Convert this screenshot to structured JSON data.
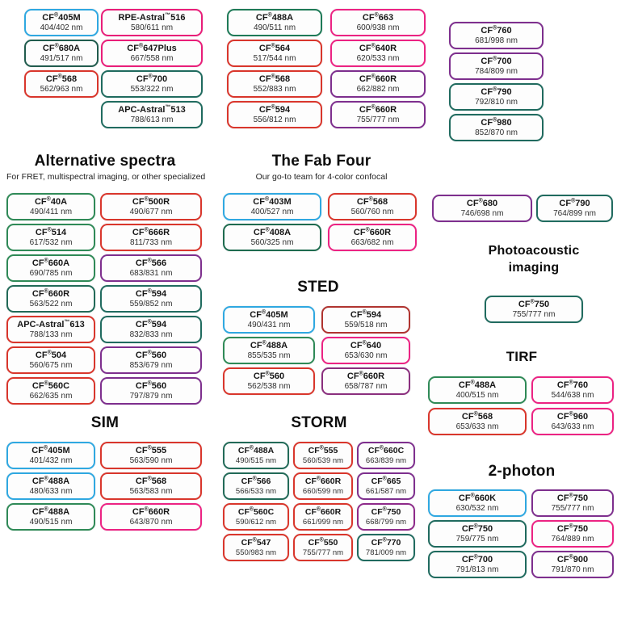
{
  "sections": {
    "top1": {
      "pills": [
        {
          "name": "CF®405M",
          "value": "404/402 nm",
          "color": "#2FA8E1"
        },
        {
          "name": "CF®680A",
          "value": "491/517 nm",
          "color": "#215C4E"
        },
        {
          "name": "CF®568",
          "value": "562/963 nm",
          "color": "#D9362C"
        }
      ]
    },
    "top2": {
      "pills": [
        {
          "name": "RPE-Astral™516",
          "value": "580/611 nm",
          "color": "#E91E79"
        },
        {
          "name": "CF®647Plus",
          "value": "667/558 nm",
          "color": "#E91E79"
        },
        {
          "name": "CF®700",
          "value": "553/322 nm",
          "color": "#206B5F"
        },
        {
          "name": "APC-Astral™513",
          "value": "788/613 nm",
          "color": "#206B5F"
        }
      ]
    },
    "top3": {
      "pills": [
        {
          "name": "CF®488A",
          "value": "490/511 nm",
          "color": "#1E7A57"
        },
        {
          "name": "CF®564",
          "value": "517/544 nm",
          "color": "#D9362C"
        },
        {
          "name": "CF®568",
          "value": "552/883 nm",
          "color": "#D9362C"
        },
        {
          "name": "CF®594",
          "value": "556/812 nm",
          "color": "#D9362C"
        }
      ]
    },
    "top4": {
      "pills": [
        {
          "name": "CF®663",
          "value": "600/938 nm",
          "color": "#EC2383"
        },
        {
          "name": "CF®640R",
          "value": "620/533 nm",
          "color": "#EC2383"
        },
        {
          "name": "CF®660R",
          "value": "662/882 nm",
          "color": "#7E2F8E"
        },
        {
          "name": "CF®660R",
          "value": "755/777 nm",
          "color": "#7E2F8E"
        }
      ]
    },
    "top5": {
      "pills": [
        {
          "name": "CF®760",
          "value": "681/998 nm",
          "color": "#7E2F8E"
        },
        {
          "name": "CF®700",
          "value": "784/809 nm",
          "color": "#7E2F8E"
        },
        {
          "name": "CF®790",
          "value": "792/810 nm",
          "color": "#206B5F"
        },
        {
          "name": "CF®980",
          "value": "852/870 nm",
          "color": "#206B5F"
        }
      ]
    },
    "alt": {
      "title": "Alternative spectra",
      "subtitle": "For FRET, multispectral imaging, or other specialized",
      "pills": [
        {
          "name": "CF®40A",
          "value": "490/411 nm",
          "color": "#2F8A57"
        },
        {
          "name": "CF®500R",
          "value": "490/677 nm",
          "color": "#D9362C"
        },
        {
          "name": "CF®514",
          "value": "617/532 nm",
          "color": "#2F8A57"
        },
        {
          "name": "CF®666R",
          "value": "811/733 nm",
          "color": "#D9362C"
        },
        {
          "name": "CF®660A",
          "value": "690/785 nm",
          "color": "#2F8A57"
        },
        {
          "name": "CF®566",
          "value": "683/831 nm",
          "color": "#7E2F8E"
        },
        {
          "name": "CF®660R",
          "value": "563/522 nm",
          "color": "#226A58"
        },
        {
          "name": "CF®594",
          "value": "559/852 nm",
          "color": "#206B5F"
        },
        {
          "name": "APC-Astral™613",
          "value": "788/133 nm",
          "color": "#D9362C"
        },
        {
          "name": "CF®594",
          "value": "832/833 nm",
          "color": "#206B5F"
        },
        {
          "name": "CF®504",
          "value": "560/675 nm",
          "color": "#D9362C"
        },
        {
          "name": "CF®560",
          "value": "853/679 nm",
          "color": "#7E2F8E"
        },
        {
          "name": "CF®560C",
          "value": "662/635 nm",
          "color": "#D9362C"
        },
        {
          "name": "CF®560",
          "value": "797/879 nm",
          "color": "#7E2F8E"
        }
      ]
    },
    "fab": {
      "title": "The Fab Four",
      "subtitle": "Our go-to team for 4-color confocal",
      "pills": [
        {
          "name": "CF®403M",
          "value": "400/527 nm",
          "color": "#2FA8E1"
        },
        {
          "name": "CF®568",
          "value": "560/760 nm",
          "color": "#D9362C"
        },
        {
          "name": "CF®408A",
          "value": "560/325 nm",
          "color": "#1E6B4F"
        },
        {
          "name": "CF®660R",
          "value": "663/682 nm",
          "color": "#EC2383"
        }
      ]
    },
    "sted": {
      "title": "STED",
      "pills": [
        {
          "name": "CF®405M",
          "value": "490/431 nm",
          "color": "#2FA8E1"
        },
        {
          "name": "CF®594",
          "value": "559/518 nm",
          "color": "#B03430"
        },
        {
          "name": "CF®488A",
          "value": "855/535 nm",
          "color": "#2F8A57"
        },
        {
          "name": "CF®640",
          "value": "653/630 nm",
          "color": "#EC2383"
        },
        {
          "name": "CF®560",
          "value": "562/538 nm",
          "color": "#D9362C"
        },
        {
          "name": "CF®660R",
          "value": "658/787 nm",
          "color": "#8B2F7E"
        }
      ]
    },
    "pair": {
      "pills": [
        {
          "name": "CF®680",
          "value": "746/698 nm",
          "color": "#7E2F8E"
        },
        {
          "name": "CF®790",
          "value": "764/899 nm",
          "color": "#206B5F"
        }
      ]
    },
    "photo": {
      "title": "Photoacoustic imaging",
      "pills": [
        {
          "name": "CF®750",
          "value": "755/777 nm",
          "color": "#206B5F"
        }
      ]
    },
    "tirf": {
      "title": "TIRF",
      "pills": [
        {
          "name": "CF®488A",
          "value": "400/515 nm",
          "color": "#2F8A57"
        },
        {
          "name": "CF®760",
          "value": "544/638 nm",
          "color": "#EC2383"
        },
        {
          "name": "CF®568",
          "value": "653/633 nm",
          "color": "#D9362C"
        },
        {
          "name": "CF®960",
          "value": "643/633 nm",
          "color": "#EC2383"
        }
      ]
    },
    "sim": {
      "title": "SIM",
      "pills": [
        {
          "name": "CF®405M",
          "value": "401/432 nm",
          "color": "#2FA8E1"
        },
        {
          "name": "CF®555",
          "value": "563/590 nm",
          "color": "#D9362C"
        },
        {
          "name": "CF®488A",
          "value": "480/633 nm",
          "color": "#2FA8E1"
        },
        {
          "name": "CF®568",
          "value": "563/583 nm",
          "color": "#D9362C"
        },
        {
          "name": "CF®488A",
          "value": "490/515 nm",
          "color": "#2F8A57"
        },
        {
          "name": "CF®660R",
          "value": "643/870 nm",
          "color": "#EC2383"
        }
      ]
    },
    "storm": {
      "title": "STORM",
      "pills": [
        {
          "name": "CF®488A",
          "value": "490/515 nm",
          "color": "#226A58"
        },
        {
          "name": "CF®555",
          "value": "560/539 nm",
          "color": "#D9362C"
        },
        {
          "name": "CF®660C",
          "value": "663/839 nm",
          "color": "#7E2F8E"
        },
        {
          "name": "CF®566",
          "value": "566/533 nm",
          "color": "#226A58"
        },
        {
          "name": "CF®660R",
          "value": "660/599 nm",
          "color": "#D9362C"
        },
        {
          "name": "CF®665",
          "value": "661/587 nm",
          "color": "#7E2F8E"
        },
        {
          "name": "CF®560C",
          "value": "590/612 nm",
          "color": "#D9362C"
        },
        {
          "name": "CF®660R",
          "value": "661/999 nm",
          "color": "#D9362C"
        },
        {
          "name": "CF®750",
          "value": "668/799 nm",
          "color": "#8E2A8A"
        },
        {
          "name": "CF®547",
          "value": "550/983 nm",
          "color": "#D9362C"
        },
        {
          "name": "CF®550",
          "value": "755/777 nm",
          "color": "#D9362C"
        },
        {
          "name": "CF®770",
          "value": "781/009 nm",
          "color": "#206B5F"
        }
      ]
    },
    "twophoton": {
      "title": "2-photon",
      "pills": [
        {
          "name": "CF®660K",
          "value": "630/532 nm",
          "color": "#2FA8E1"
        },
        {
          "name": "CF®750",
          "value": "755/777 nm",
          "color": "#7E2F8E"
        },
        {
          "name": "CF®750",
          "value": "759/775 nm",
          "color": "#206B5F"
        },
        {
          "name": "CF®750",
          "value": "764/889 nm",
          "color": "#EC2383"
        },
        {
          "name": "CF®700",
          "value": "791/813 nm",
          "color": "#206B5F"
        },
        {
          "name": "CF®900",
          "value": "791/870 nm",
          "color": "#7E2F8E"
        }
      ]
    }
  }
}
